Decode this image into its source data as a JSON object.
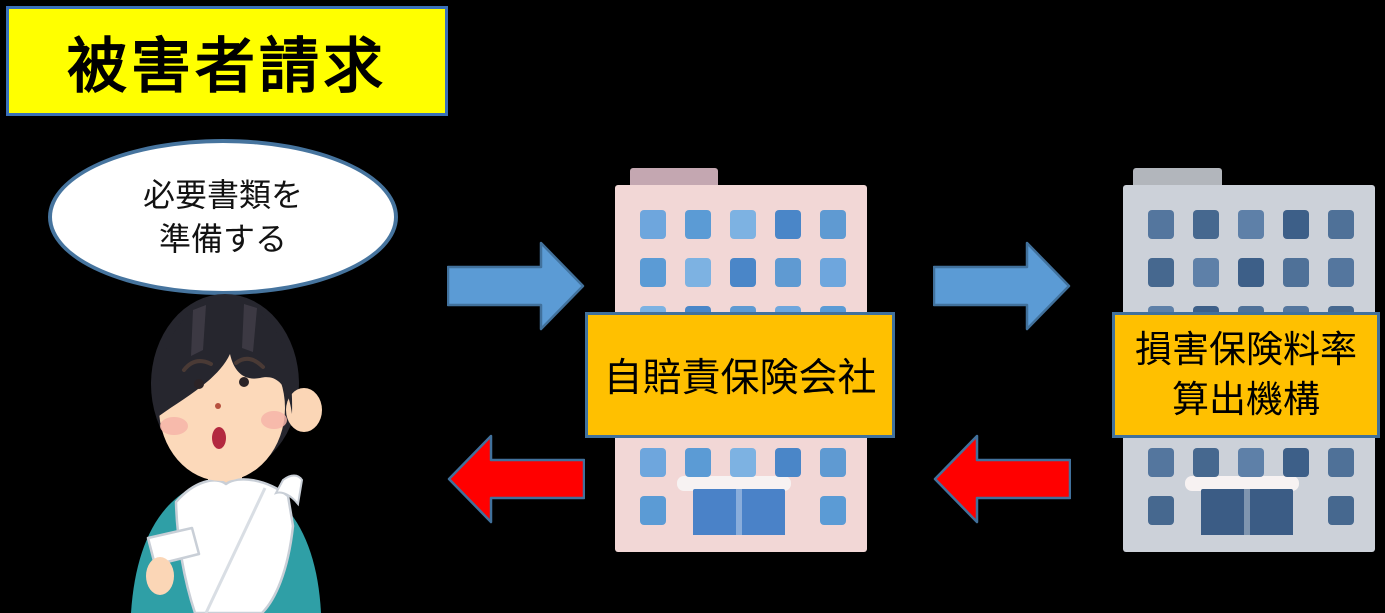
{
  "title": "被害者請求",
  "bubble": {
    "lines": [
      "必要書類を",
      "準備する"
    ]
  },
  "person": {
    "description_icon": "injured-person-arm-sling-illustration"
  },
  "nodes": [
    {
      "id": "jibaiseki-insurer",
      "label_lines": [
        "自賠責保険会社"
      ],
      "building_icon": "pink-office-building"
    },
    {
      "id": "rating-organization",
      "label_lines": [
        "損害保険料率",
        "算出機構"
      ],
      "building_icon": "gray-office-building"
    }
  ],
  "flow": {
    "forward_arrows": [
      "person-to-insurer",
      "insurer-to-rating-org"
    ],
    "return_arrows": [
      "rating-org-to-insurer",
      "insurer-to-person"
    ]
  },
  "colors": {
    "background": "#000000",
    "title_bg": "#ffff00",
    "title_border": "#3a70b9",
    "bubble_bg": "#ffffff",
    "bubble_border": "#46749e",
    "label_bg": "#ffc000",
    "label_border": "#41719c",
    "arrow_forward": "#5b9bd5",
    "arrow_return": "#ff0000",
    "arrow_outline": "#41719c",
    "building1_body": "#f2d7d6",
    "building1_roof": "#c4a7b1",
    "building1_window": "#5b9bd5",
    "building1_door": "#4a82c8",
    "building2_body": "#ccd1d9",
    "building2_roof": "#b2b6bc",
    "building2_window": "#46688f",
    "building2_door": "#3b5c85"
  }
}
